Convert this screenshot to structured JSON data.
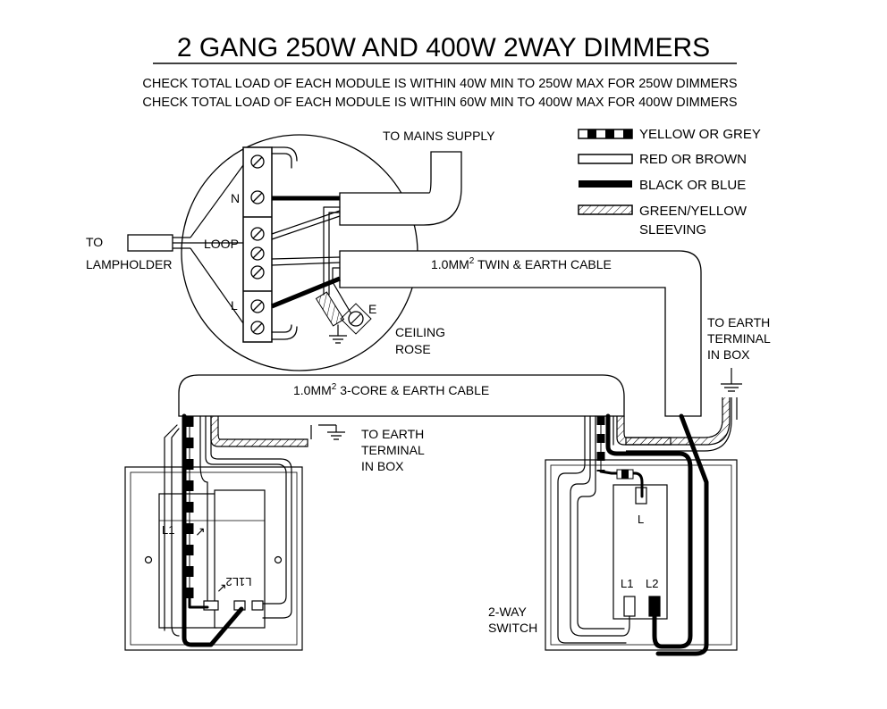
{
  "title": "2 GANG 250W AND 400W 2WAY DIMMERS",
  "notes": [
    "CHECK TOTAL LOAD OF EACH MODULE IS WITHIN 40W MIN TO 250W MAX FOR 250W DIMMERS",
    "CHECK TOTAL LOAD OF EACH MODULE IS WITHIN 60W MIN TO 400W MAX FOR 400W DIMMERS"
  ],
  "legend": {
    "yellow_grey": "YELLOW OR GREY",
    "red_brown": "RED OR BROWN",
    "black_blue": "BLACK OR BLUE",
    "green_yellow": "GREEN/YELLOW",
    "sleeving": "SLEEVING"
  },
  "labels": {
    "mains_supply": "TO MAINS SUPPLY",
    "to": "TO",
    "lampholder": "LAMPHOLDER",
    "n": "N",
    "loop": "LOOP",
    "l": "L",
    "e": "E",
    "ceiling": "CEILING",
    "rose": "ROSE",
    "twin_cable_prefix": "1.0MM",
    "twin_cable_sup": "2",
    "twin_cable_suffix": " TWIN & EARTH CABLE",
    "threecore_prefix": "1.0MM",
    "threecore_sup": "2",
    "threecore_suffix": " 3-CORE & EARTH CABLE",
    "to_earth": "TO EARTH",
    "terminal": "TERMINAL",
    "in_box": "IN BOX",
    "dimmer_l1": "L1",
    "dimmer_l1l2": "L1L2",
    "switch_l": "L",
    "switch_l1": "L1",
    "switch_l2": "L2",
    "two_way": "2-WAY",
    "switch": "SWITCH"
  },
  "colors": {
    "line": "#000000",
    "background": "#ffffff",
    "light_grey": "#c8c8c8"
  }
}
